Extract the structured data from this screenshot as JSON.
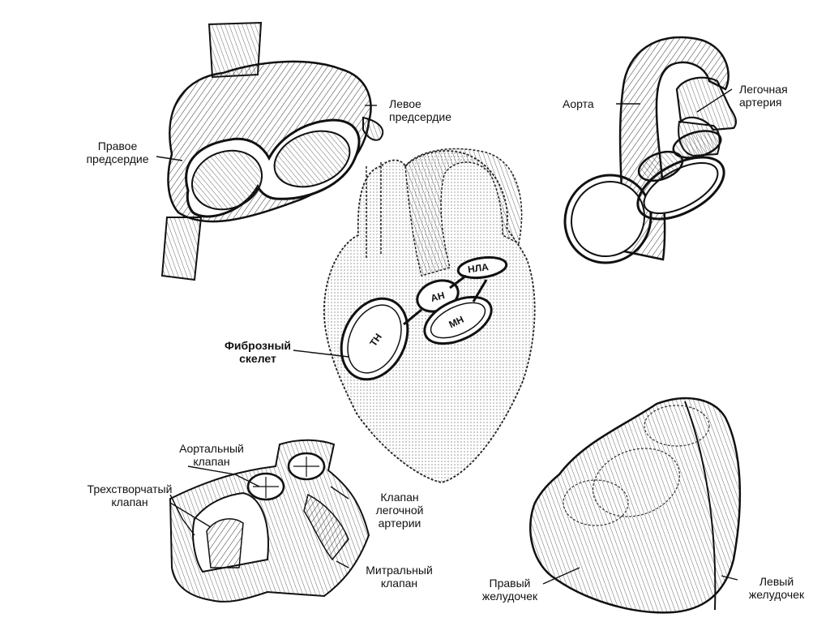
{
  "labels": {
    "right_atrium": "Правое\nпредсердие",
    "left_atrium": "Левое\nпредсердие",
    "aorta": "Аорта",
    "pulmonary_artery": "Легочная\nартерия",
    "fibrous_skeleton": "Фиброзный\nскелет",
    "aortic_valve": "Аортальный\nклапан",
    "tricuspid_valve": "Трехстворчатый\nклапан",
    "pulmonary_valve": "Клапан\nлегочной\nартерии",
    "mitral_valve": "Митральный\nклапан",
    "right_ventricle": "Правый\nжелудочек",
    "left_ventricle": "Левый\nжелудочек"
  },
  "ring_tags": {
    "tn": "ТН",
    "an": "АН",
    "mn": "МН",
    "nla": "НЛА"
  }
}
